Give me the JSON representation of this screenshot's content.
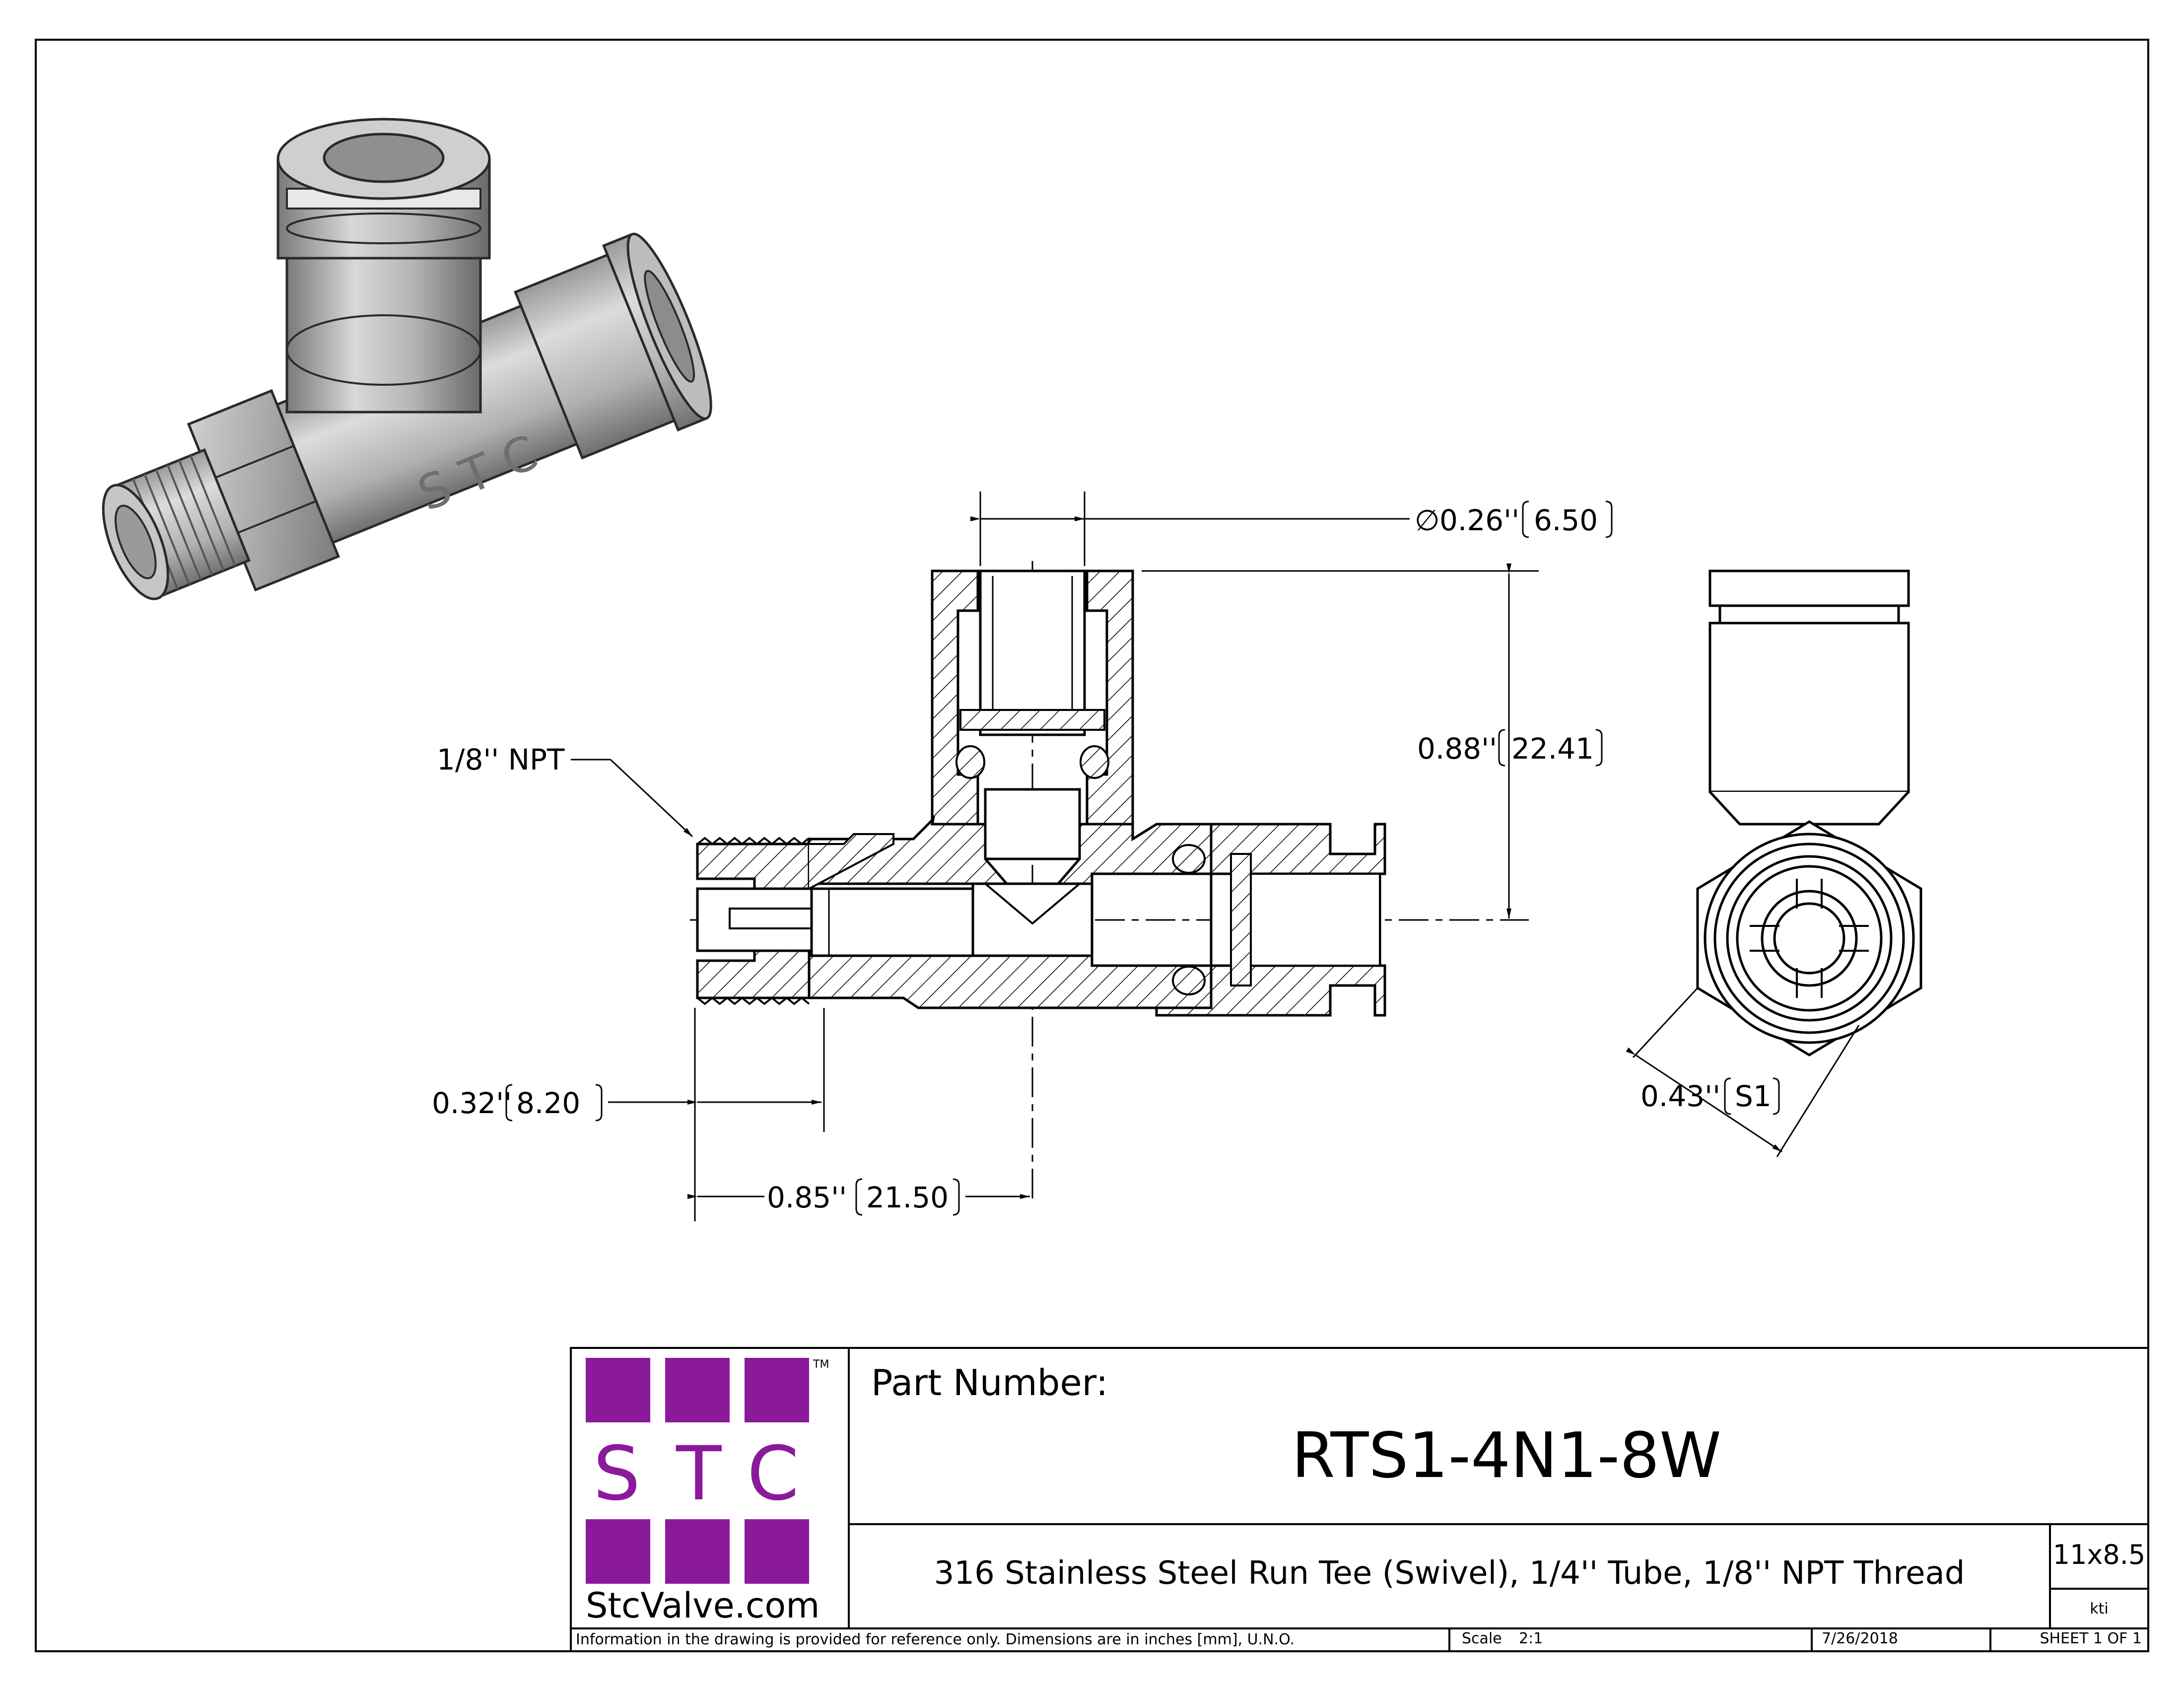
{
  "drawing": {
    "dimensions": {
      "bore_diameter": {
        "symbol": "∅",
        "inch": "0.26''",
        "mm": "6.50"
      },
      "height": {
        "inch": "0.88''",
        "mm": "22.41"
      },
      "thread_label": "1/8'' NPT",
      "thread_length": {
        "inch": "0.32''",
        "mm": "8.20"
      },
      "centerline_length": {
        "inch": "0.85''",
        "mm": "21.50"
      },
      "hex_size": {
        "inch": "0.43''",
        "mm": "S1"
      }
    },
    "iso_view": {
      "embossed_text": "S T C"
    }
  },
  "title_block": {
    "logo": {
      "letters": [
        "S",
        "T",
        "C"
      ],
      "trademark": "TM",
      "url": "StcValve.com",
      "brand_color": "#8b1a9b"
    },
    "part_number_label": "Part Number:",
    "part_number": "RTS1-4N1-8W",
    "description": "316 Stainless Steel Run Tee (Swivel), 1/4'' Tube, 1/8'' NPT Thread",
    "sheet_size": "11x8.5",
    "drawn_by": "kti",
    "disclaimer": "Information in the drawing is provided for reference only. Dimensions are in inches [mm], U.N.O.",
    "scale_label": "Scale",
    "scale_value": "2:1",
    "date": "7/26/2018",
    "sheet": "SHEET 1 OF 1"
  }
}
